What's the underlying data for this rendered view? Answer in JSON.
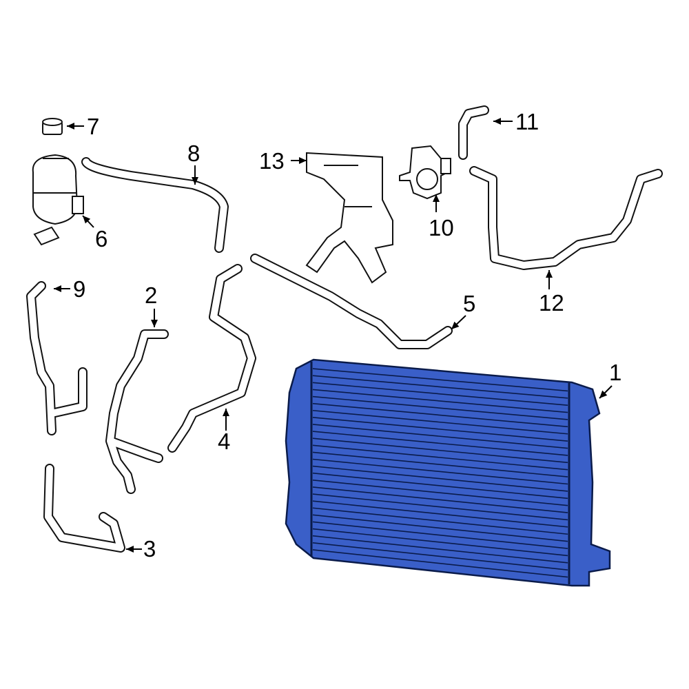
{
  "diagram": {
    "accent_color": "#3a5fc8",
    "highlighted_part": "1",
    "callouts": [
      {
        "id": "1",
        "label": "1",
        "part": "radiator"
      },
      {
        "id": "2",
        "label": "2",
        "part": "hose"
      },
      {
        "id": "3",
        "label": "3",
        "part": "hose"
      },
      {
        "id": "4",
        "label": "4",
        "part": "hose"
      },
      {
        "id": "5",
        "label": "5",
        "part": "hose"
      },
      {
        "id": "6",
        "label": "6",
        "part": "reservoir"
      },
      {
        "id": "7",
        "label": "7",
        "part": "cap"
      },
      {
        "id": "8",
        "label": "8",
        "part": "hose"
      },
      {
        "id": "9",
        "label": "9",
        "part": "hose"
      },
      {
        "id": "10",
        "label": "10",
        "part": "pump"
      },
      {
        "id": "11",
        "label": "11",
        "part": "hose"
      },
      {
        "id": "12",
        "label": "12",
        "part": "hose"
      },
      {
        "id": "13",
        "label": "13",
        "part": "bracket"
      }
    ]
  }
}
